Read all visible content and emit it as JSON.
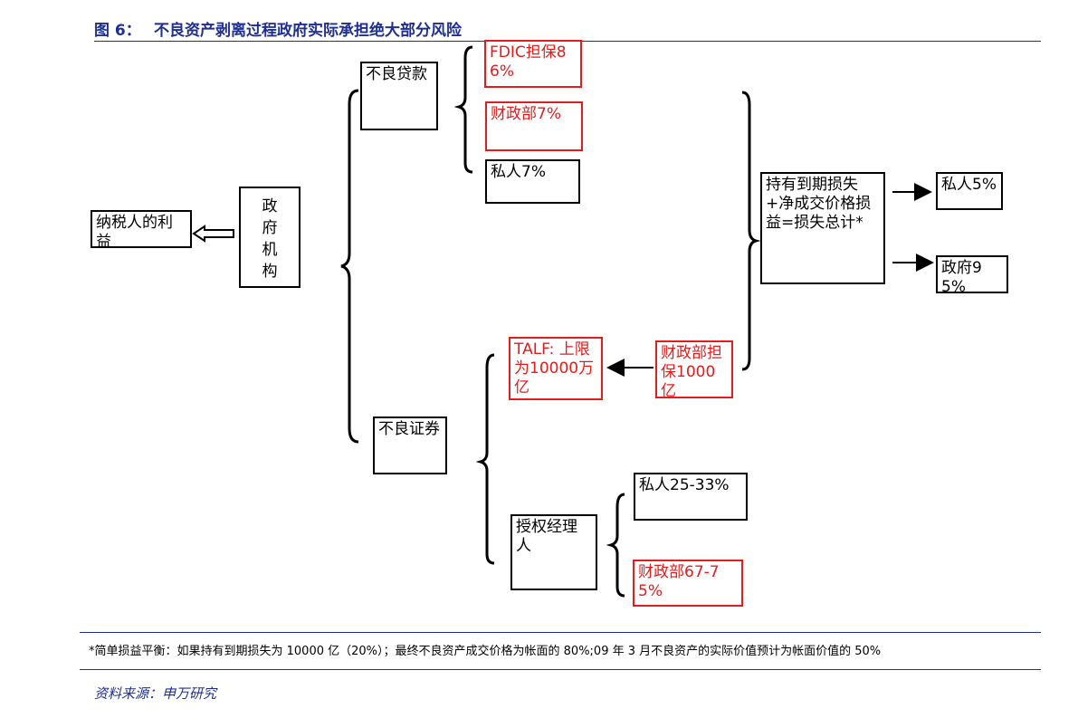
{
  "title": {
    "number": "图 6：",
    "text": "不良资产剥离过程政府实际承担绝大部分风险"
  },
  "nodes": {
    "taxpayer": "纳税人的利益",
    "gov": "政府机构",
    "bad_loans": "不良贷款",
    "fdic": "FDIC担保86%",
    "treasury7": "财政部7%",
    "private7": "私人7%",
    "hold_loss": "持有到期损失+净成交价格损益=损失总计*",
    "private5": "私人5%",
    "gov95": "政府95%",
    "talf": "TALF: 上限为10000万亿",
    "treasury_guarantee": "财政部担保1000亿",
    "bad_securities": "不良证券",
    "manager": "授权经理人",
    "private25": "私人25-33%",
    "treasury67": "财政部67-75%"
  },
  "colors": {
    "title": "#1f2f8f",
    "red_box": "#e31c1c",
    "black_box": "#000000"
  },
  "footnote": "*简单损益平衡：如果持有到期损失为 10000 亿（20%）；最终不良资产成交价格为帐面的 80%;09 年 3 月不良资产的实际价值预计为帐面价值的 50%",
  "source": "资料来源：申万研究"
}
